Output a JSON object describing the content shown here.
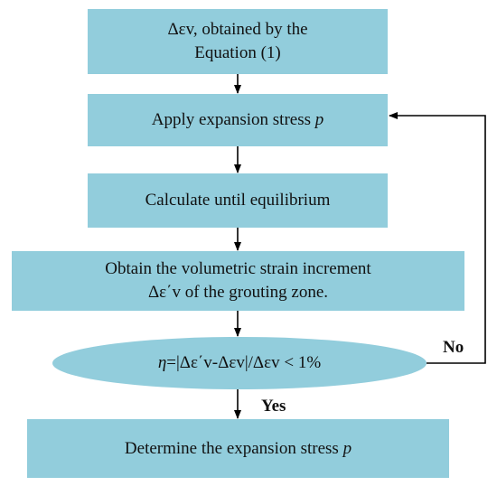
{
  "steps": {
    "step1": {
      "line1": "Δεv, obtained by the",
      "line2": "Equation (1)"
    },
    "step2": {
      "text": "Apply expansion stress",
      "var": "p"
    },
    "step3": {
      "text": "Calculate until equilibrium"
    },
    "step4": {
      "line1": "Obtain the volumetric strain increment",
      "line2": "Δε΄v of the grouting zone."
    },
    "decision": {
      "eta": "η",
      "text": "=|Δε΄v-Δεv|/Δεv < 1%"
    },
    "step5": {
      "text": "Determine the expansion stress",
      "var": "p"
    }
  },
  "labels": {
    "no": "No",
    "yes": "Yes"
  },
  "colors": {
    "box_fill": "#92cddc",
    "arrow": "#000000"
  }
}
